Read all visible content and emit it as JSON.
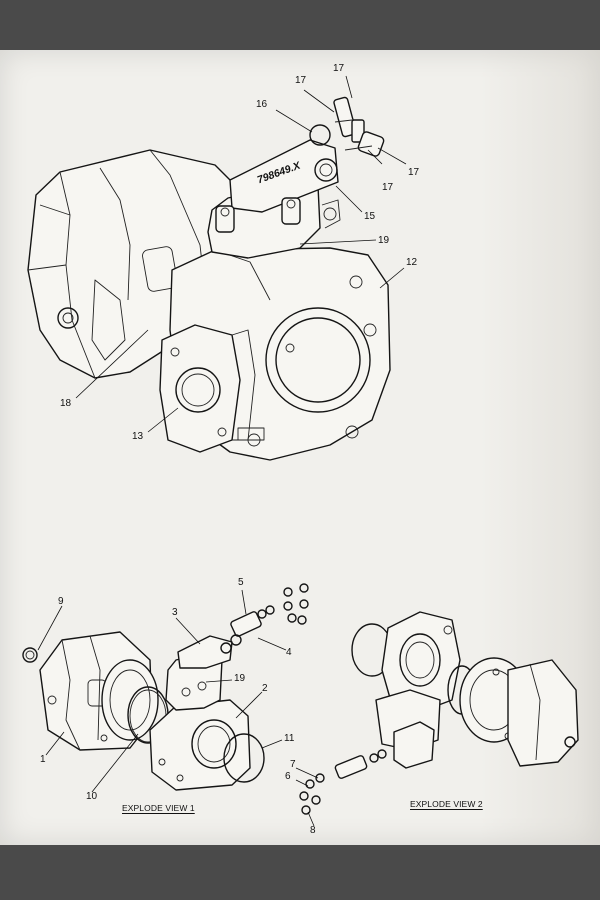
{
  "main_view": {
    "housing_marking": "798649.X",
    "callouts": [
      "17",
      "17",
      "16",
      "17",
      "17",
      "15",
      "19",
      "12",
      "18",
      "13"
    ]
  },
  "explode_view_1": {
    "caption": "EXPLODE VIEW 1",
    "callouts": [
      "9",
      "5",
      "3",
      "4",
      "19",
      "2",
      "1",
      "11",
      "10"
    ]
  },
  "explode_view_2": {
    "caption": "EXPLODE VIEW 2",
    "callouts": [
      "7",
      "6",
      "8"
    ]
  }
}
